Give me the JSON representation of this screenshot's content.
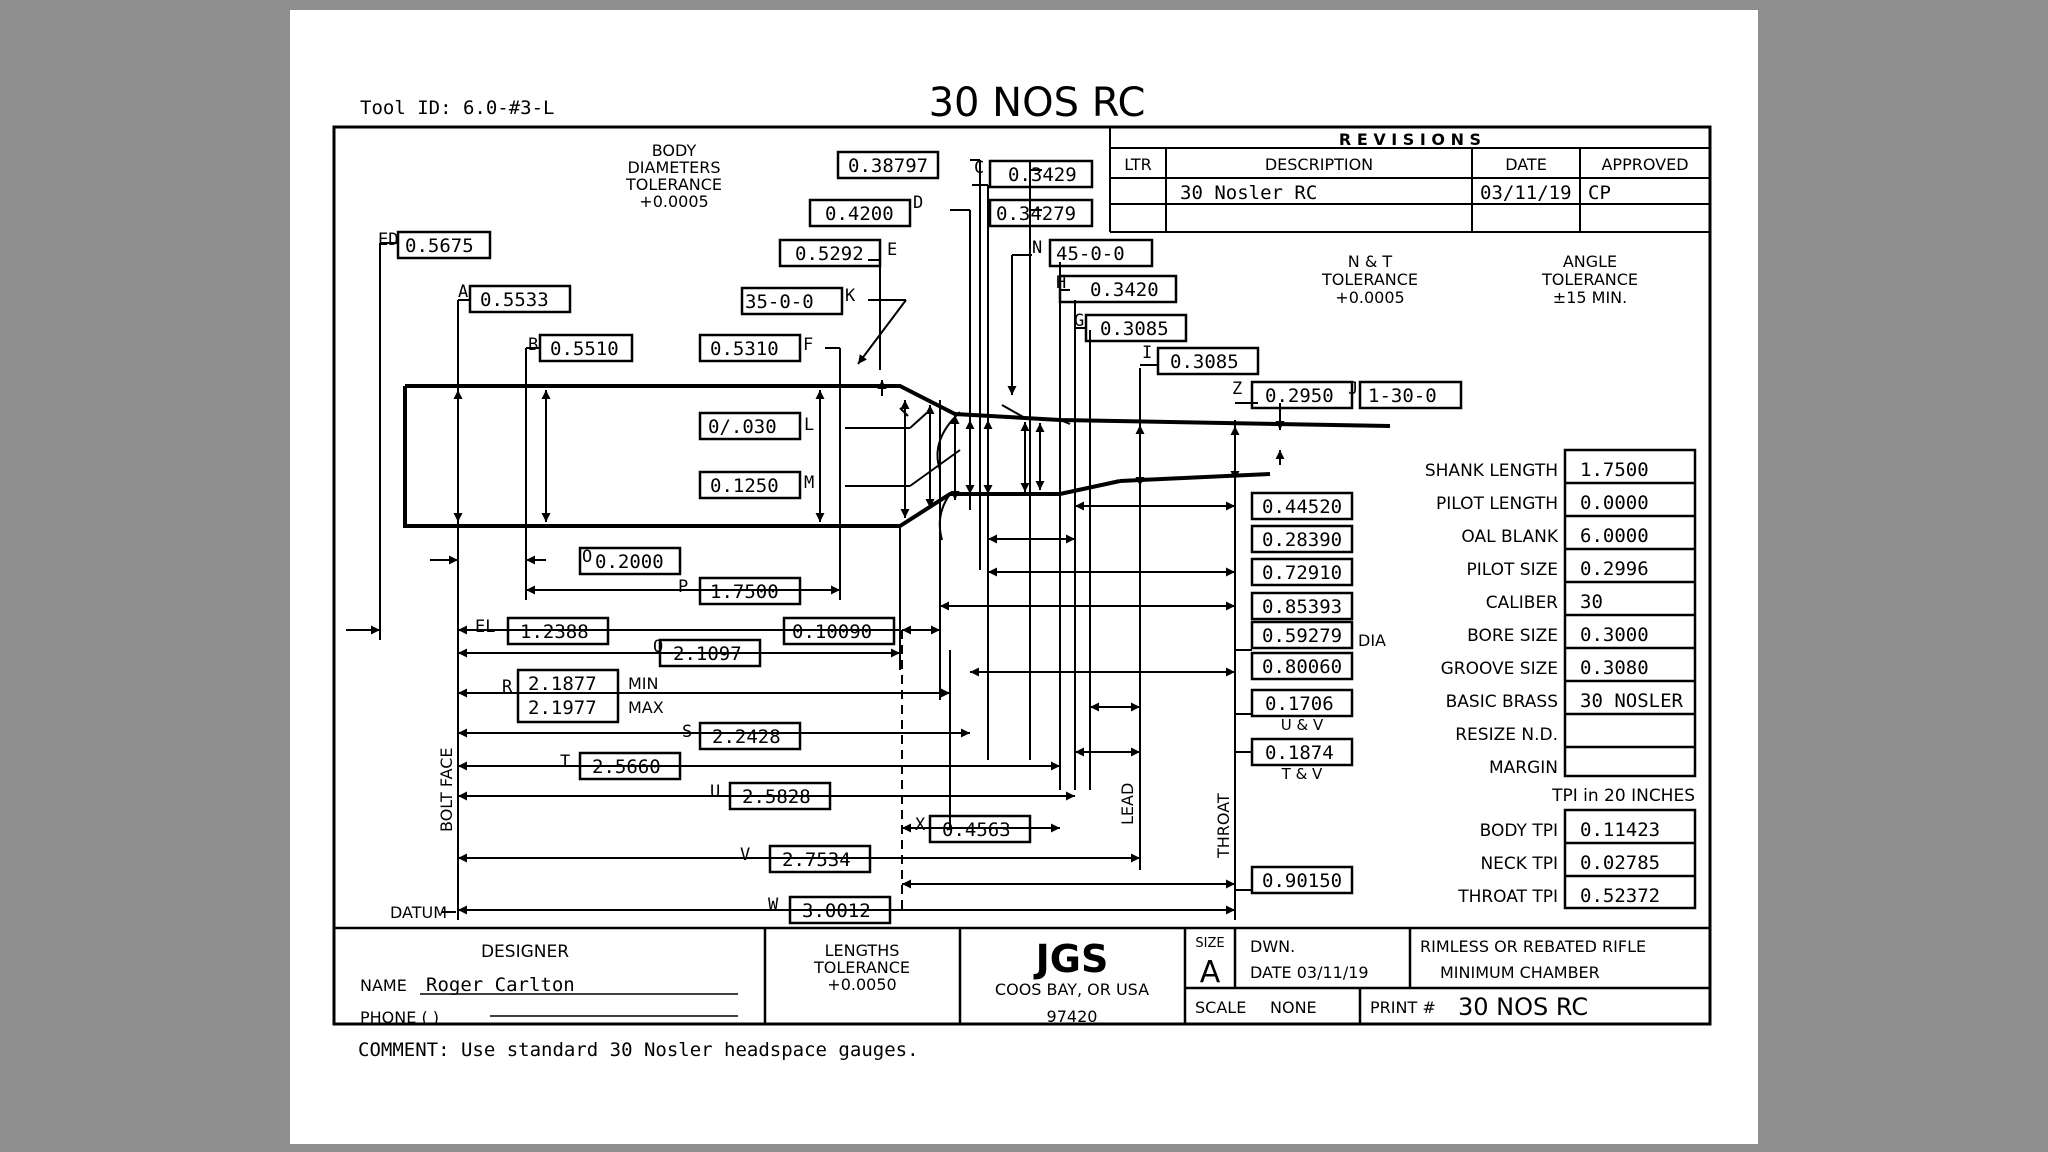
{
  "header": {
    "tool_id": "Tool ID: 6.0-#3-L",
    "title": "30 NOS RC"
  },
  "revisions": {
    "heading": "R E V I S I O N S",
    "columns": [
      "LTR",
      "DESCRIPTION",
      "DATE",
      "APPROVED"
    ],
    "rows": [
      [
        "",
        "30 Nosler RC",
        "03/11/19",
        "CP"
      ]
    ]
  },
  "notes": {
    "body_tol": [
      "BODY",
      "DIAMETERS",
      "TOLERANCE",
      "+0.0005"
    ],
    "nt_tol": [
      "N & T",
      "TOLERANCE",
      "+0.0005"
    ],
    "angle_tol": [
      "ANGLE",
      "TOLERANCE",
      "±15 MIN."
    ],
    "lengths_tol": [
      "LENGTHS",
      "TOLERANCE",
      "+0.0050"
    ]
  },
  "dims": {
    "ED": "0.5675",
    "A": "0.5533",
    "B": "0.5510",
    "F": "0.5310",
    "K": "35-0-0",
    "E": "0.5292",
    "D": "0.4200",
    "Dtop": "0.38797",
    "C": "0.3429",
    "C2": "0.34279",
    "N": "45-0-0",
    "H": "0.3420",
    "G": "0.3085",
    "I": "0.3085",
    "Z": "0.2950",
    "J": "1-30-0",
    "L": "0/.030",
    "M": "0.1250",
    "O": "0.2000",
    "P": "1.7500",
    "EL": "1.2388",
    "Q": "2.1097",
    "Qa": "0.10090",
    "R_min": "2.1877",
    "R_max": "2.1977",
    "S": "2.2428",
    "T": "2.5660",
    "U": "2.5828",
    "X": "0.4563",
    "V": "2.7534",
    "W": "3.0012",
    "right": [
      "0.44520",
      "0.28390",
      "0.72910",
      "0.85393",
      "0.59279",
      "0.80060",
      "0.1706",
      "0.1874",
      "0.90150"
    ]
  },
  "dim_letters": {
    "ED": "ED",
    "A": "A",
    "B": "B",
    "F": "F",
    "K": "K",
    "E": "E",
    "D": "D",
    "C": "C",
    "N": "N",
    "H": "H",
    "G": "G",
    "I": "I",
    "Z": "Z",
    "J": "J",
    "L": "L",
    "M": "M",
    "O": "O",
    "P": "P",
    "EL": "EL",
    "Q": "Q",
    "R": "R",
    "S": "S",
    "T": "T",
    "U": "U",
    "X": "X",
    "V": "V",
    "W": "W"
  },
  "dim_labels": {
    "min": "MIN",
    "max": "MAX",
    "dia": "DIA",
    "uv": "U & V",
    "tv": "T & V",
    "bolt_face": "BOLT FACE",
    "lead": "LEAD",
    "throat": "THROAT",
    "datum": "DATUM"
  },
  "specs": [
    {
      "label": "SHANK LENGTH",
      "value": "1.7500"
    },
    {
      "label": "PILOT LENGTH",
      "value": "0.0000"
    },
    {
      "label": "OAL BLANK",
      "value": "6.0000"
    },
    {
      "label": "PILOT SIZE",
      "value": "0.2996"
    },
    {
      "label": "CALIBER",
      "value": "30"
    },
    {
      "label": "BORE SIZE",
      "value": "0.3000"
    },
    {
      "label": "GROOVE SIZE",
      "value": "0.3080"
    },
    {
      "label": "BASIC BRASS",
      "value": "30 NOSLER"
    },
    {
      "label": "RESIZE N.D.",
      "value": ""
    },
    {
      "label": "MARGIN",
      "value": ""
    }
  ],
  "tpi": {
    "heading": "TPI in 20 INCHES",
    "rows": [
      {
        "label": "BODY TPI",
        "value": "0.11423"
      },
      {
        "label": "NECK TPI",
        "value": "0.02785"
      },
      {
        "label": "THROAT TPI",
        "value": "0.52372"
      }
    ]
  },
  "title_block": {
    "designer_heading": "DESIGNER",
    "name_label": "NAME",
    "name_value": "Roger Carlton",
    "phone_label": "PHONE (      )",
    "company": "JGS",
    "city": "COOS BAY, OR USA",
    "zip": "97420",
    "size_label": "SIZE",
    "size_value": "A",
    "dwn_label": "DWN.",
    "date_label": "DATE 03/11/19",
    "chamber_line1": "RIMLESS OR REBATED RIFLE",
    "chamber_line2": "MINIMUM CHAMBER",
    "scale_label": "SCALE",
    "scale_value": "NONE",
    "print_label": "PRINT #",
    "print_value": "30 NOS RC"
  },
  "comment": "COMMENT: Use standard 30 Nosler headspace gauges."
}
